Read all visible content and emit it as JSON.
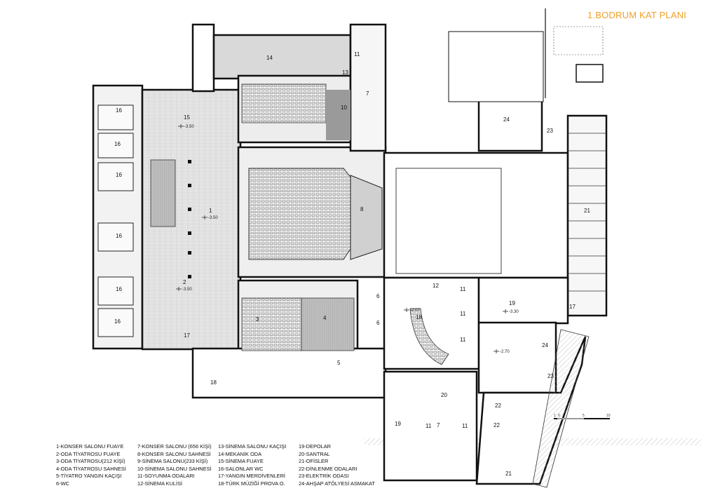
{
  "title": "1.BODRUM KAT PLANI",
  "legend": [
    [
      "1-KONSER SALONU FUAYE",
      "2-ODA TİYATROSU FUAYE",
      "3-ODA TİYATROSU(212 KİŞİ)",
      "4-ODA TİYATROSU SAHNESİ",
      "5-TİYATRO YANGIN KAÇIŞI",
      "6-WC"
    ],
    [
      "7-KONSER SALONU (656 KİŞİ)",
      "8-KONSER SALONU SAHNESİ",
      "9-SİNEMA SALONU(233 KİŞİ)",
      "10-SİNEMA SALONU SAHNESİ",
      "11-SOYUNMA ODALARI",
      "12-SİNEMA KULİSİ"
    ],
    [
      "13-SİNEMA SALONU KAÇIŞI",
      "14-MEKANİK ODA",
      "15-SİNEMA FUAYE",
      "16-SALONLAR WC",
      "17-YANGIN MERDİVENLERİ",
      "18-TÜRK MÜZİĞİ PROVA O."
    ],
    [
      "19-DEPOLAR",
      "20-SANTRAL",
      "21-OFİSLER",
      "22-DİNLENME ODALARI",
      "23-ELEKTRİK ODASI",
      "24-AHŞAP ATÖLYESİ ASMAKAT"
    ]
  ],
  "rooms": [
    "14",
    "11",
    "13",
    "7",
    "10",
    "15",
    "16",
    "16",
    "16",
    "16",
    "16",
    "16",
    "1",
    "2",
    "8",
    "3",
    "4",
    "5",
    "17",
    "18",
    "24",
    "23",
    "21",
    "19",
    "18",
    "11",
    "11",
    "11",
    "12",
    "17",
    "24",
    "23",
    "20",
    "22",
    "22",
    "19",
    "11",
    "7",
    "11",
    "21",
    "6",
    "6"
  ],
  "elevations": [
    "-3.50",
    "-3.50",
    "-3.50",
    "-2.07",
    "-3.30",
    "-2.70"
  ],
  "scale_labels": [
    "1",
    "0",
    "5",
    "10"
  ]
}
